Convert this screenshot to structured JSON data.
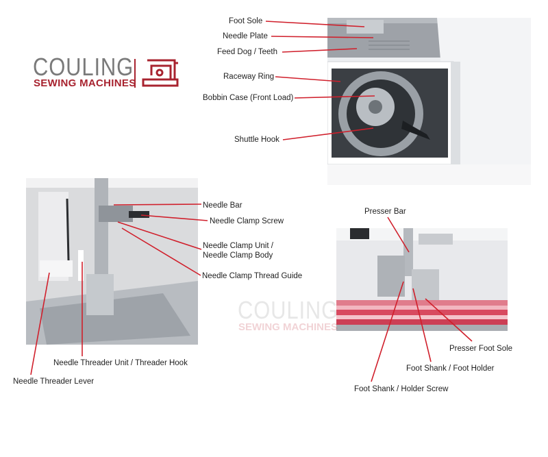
{
  "brand": {
    "name_top": "COULING",
    "name_bottom": "SEWING MACHINES",
    "color_gray": "#7a7a7a",
    "color_red": "#a8232f",
    "icon": "sewing-machine-icon"
  },
  "watermark": {
    "name_top": "COULING",
    "name_bottom": "SEWING MACHINES"
  },
  "leader_color": "#d01f2b",
  "panels": {
    "bobbin_area": {
      "labels": [
        "Foot Sole",
        "Needle Plate",
        "Feed Dog / Teeth",
        "Raceway Ring",
        "Bobbin Case (Front Load)",
        "Shuttle Hook"
      ]
    },
    "needle_area": {
      "labels": [
        "Needle Bar",
        "Needle Clamp Screw",
        "Needle Clamp Unit / Needle Clamp Body",
        "Needle Clamp Thread Guide",
        "Needle Threader Unit / Threader Hook",
        "Needle Threader Lever"
      ]
    },
    "presser_area": {
      "labels": [
        "Presser Bar",
        "Presser Foot Sole",
        "Foot Shank / Foot Holder",
        "Foot Shank / Holder Screw"
      ]
    }
  }
}
